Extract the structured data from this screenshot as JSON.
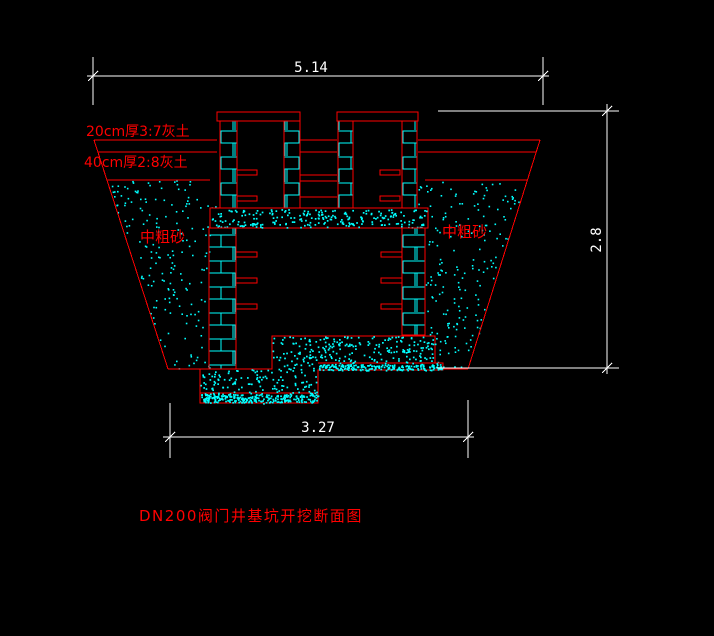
{
  "drawing": {
    "title": "DN200阀门井基坑开挖断面图",
    "dimensions": {
      "top_width": "5.14",
      "pit_depth": "2.8",
      "bottom_width": "3.27"
    },
    "annotations": {
      "lime_layer_top": "20cm厚3:7灰土",
      "lime_layer_bottom": "40cm厚2:8灰土",
      "sand_left": "中粗砂",
      "sand_right": "中粗砂"
    },
    "colors": {
      "outline_red": "#ff0000",
      "hatch_cyan": "#00ffff",
      "dimension_white": "#ffffff",
      "background": "#000000"
    }
  }
}
